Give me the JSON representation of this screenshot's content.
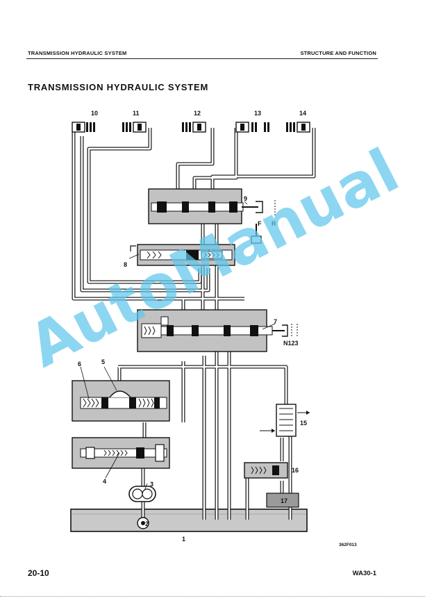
{
  "header": {
    "left": "TRANSMISSION HYDRAULIC SYSTEM",
    "right": "STRUCTURE AND FUNCTION"
  },
  "title": "TRANSMISSION HYDRAULIC SYSTEM",
  "diagram": {
    "callouts": [
      "10",
      "11",
      "12",
      "13",
      "14",
      "9",
      "8",
      "7",
      "6",
      "5",
      "4",
      "3",
      "2",
      "1",
      "15",
      "16",
      "17"
    ],
    "selector_fr": [
      "F",
      "R"
    ],
    "selector_speed": "N123",
    "figure_code": "362F013"
  },
  "watermark": "AutoManual",
  "footer": {
    "page": "20-10",
    "model": "WA30-1"
  }
}
